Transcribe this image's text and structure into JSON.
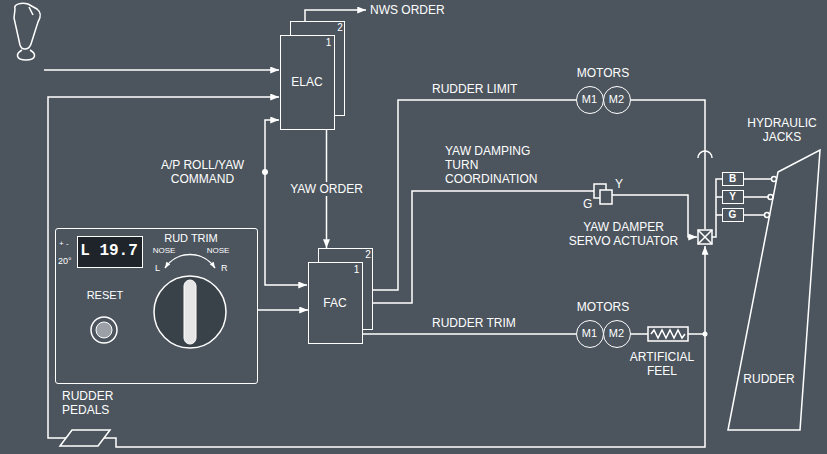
{
  "diagram": {
    "nodes": [
      {
        "text": [
          "2"
        ]
      },
      {
        "text": [
          "1",
          "ELAC"
        ]
      },
      {
        "text": [
          "M1"
        ]
      },
      {
        "text": [
          "M2"
        ]
      },
      {
        "text": [
          "B"
        ]
      },
      {
        "text": [
          "Y"
        ]
      },
      {
        "text": [
          "G"
        ]
      },
      {
        "text": [
          "RUDDER"
        ]
      },
      {
        "text": [
          "+ -",
          "20°",
          "RUD TRIM",
          "NOSE",
          "NOSE",
          "L",
          "R",
          "RESET"
        ]
      },
      {
        "text": [
          "L 19.7"
        ],
        "in": 8
      },
      {
        "text": [
          "2"
        ]
      },
      {
        "text": [
          "1",
          "FAC"
        ]
      },
      {
        "text": [
          "M1"
        ]
      },
      {
        "text": [
          "M2"
        ]
      }
    ],
    "edges": [
      {
        "from": 1,
        "to": 10,
        "arrow": "to",
        "label": "YAW ORDER"
      },
      {
        "from": 11,
        "to": 2,
        "arrow": "none",
        "label": "RUDDER LIMIT"
      },
      {
        "from": 11,
        "to": 12,
        "arrow": "none",
        "label": "RUDDER TRIM"
      },
      {
        "from": 8,
        "to": 11,
        "arrow": "to"
      }
    ],
    "labels": [
      "NWS ORDER",
      "MOTORS",
      "YAW DAMPING TURN COORDINATION",
      "Y",
      "G",
      "YAW DAMPER SERVO ACTUATOR",
      "HYDRAULIC JACKS",
      "A/P ROLL/YAW COMMAND",
      "MOTORS",
      "ARTIFICIAL FEEL",
      "RUDDER PEDALS"
    ]
  }
}
